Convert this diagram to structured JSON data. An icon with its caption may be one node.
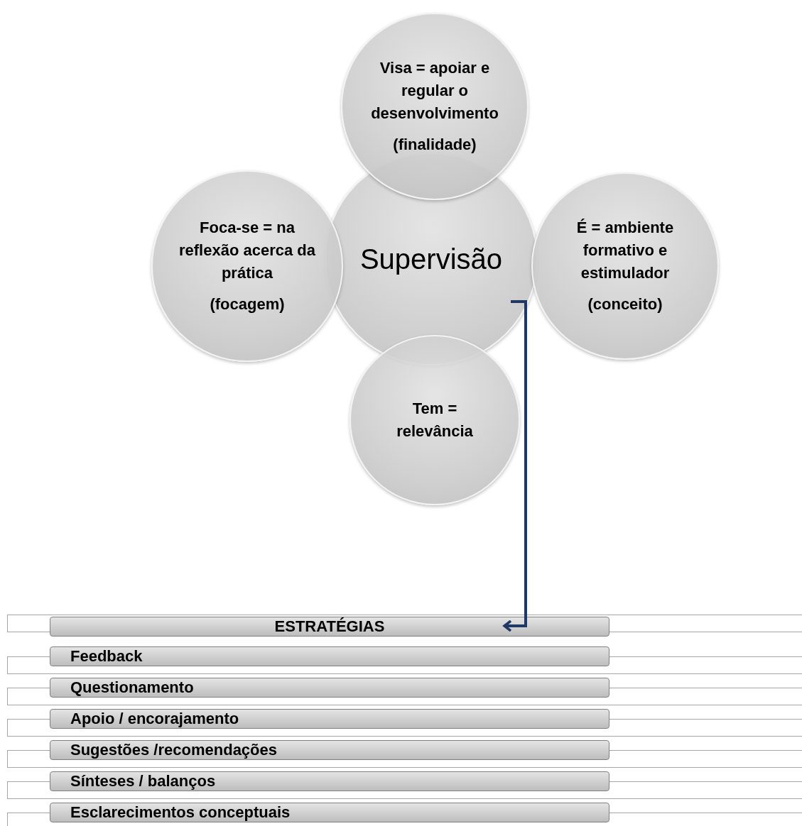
{
  "diagram": {
    "nodes": [
      {
        "text": [
          "Supervisão"
        ]
      },
      {
        "text": [
          "Visa = apoiar e regular o desenvolvimento",
          "(finalidade)"
        ]
      },
      {
        "text": [
          "Foca-se = na reflexão acerca da prática",
          "(focagem)"
        ]
      },
      {
        "text": [
          "É = ambiente formativo e estimulador",
          "(conceito)"
        ]
      },
      {
        "text": [
          "Tem = relevância"
        ]
      },
      {
        "text": [
          "ESTRATÉGIAS"
        ]
      },
      {
        "text": [
          "Feedback"
        ]
      },
      {
        "text": [
          "Questionamento"
        ]
      },
      {
        "text": [
          "Apoio / encorajamento"
        ]
      },
      {
        "text": [
          "Sugestões /recomendações"
        ]
      },
      {
        "text": [
          "Sínteses / balanços"
        ]
      },
      {
        "text": [
          "Esclarecimentos conceptuais"
        ]
      }
    ],
    "edges": [
      {
        "from": 0,
        "to": 5,
        "arrow": "to"
      }
    ]
  }
}
